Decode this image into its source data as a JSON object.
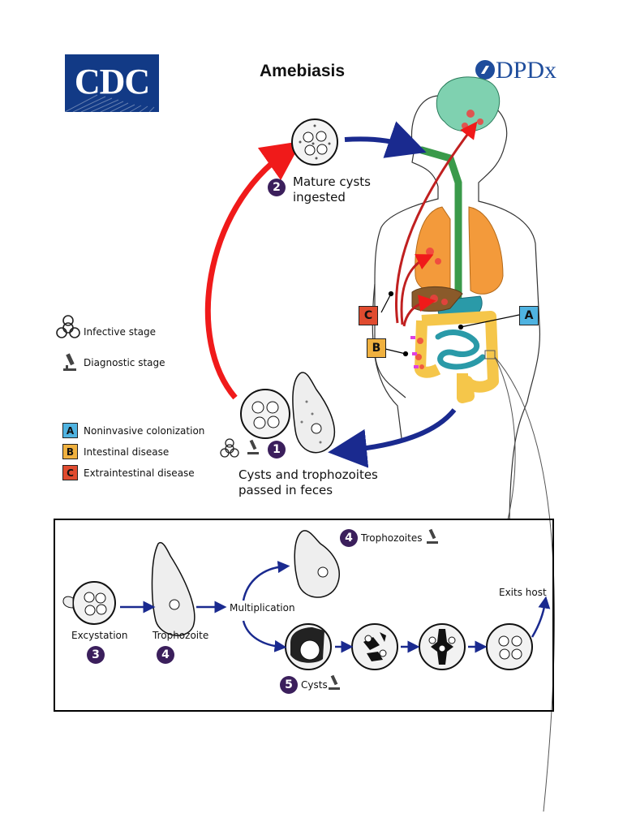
{
  "header": {
    "title": "Amebiasis",
    "cdc_logo": "CDC",
    "dpdx_logo": "DPDx"
  },
  "legend": {
    "infective": "Infective stage",
    "diagnostic": "Diagnostic stage",
    "items": [
      {
        "letter": "A",
        "label": "Noninvasive colonization",
        "color": "#4fb3e1"
      },
      {
        "letter": "B",
        "label": "Intestinal disease",
        "color": "#f0b13f"
      },
      {
        "letter": "C",
        "label": "Extraintestinal disease",
        "color": "#e04b2f"
      }
    ]
  },
  "steps": {
    "s1": {
      "number": "1",
      "line1": "Cysts and trophozoites",
      "line2": "passed in feces"
    },
    "s2": {
      "number": "2",
      "line1": "Mature cysts",
      "line2": "ingested"
    },
    "s3": {
      "number": "3",
      "label": "Excystation"
    },
    "s4a": {
      "number": "4",
      "label": "Trophozoite"
    },
    "s4b": {
      "number": "4",
      "label": "Trophozoites"
    },
    "s5": {
      "number": "5",
      "label": "Cysts"
    }
  },
  "inset": {
    "multiplication": "Multiplication",
    "exits": "Exits host"
  },
  "colors": {
    "red_arrow": "#f01a1a",
    "blue_arrow": "#1a2a8f",
    "step_badge": "#3b1f5c",
    "brain": "#7fd1b0",
    "lungs": "#f39a3b",
    "esophagus": "#3a9a4a",
    "liver": "#8a5a2a",
    "colon": "#f5c64a",
    "small_intestine": "#2a9aa8"
  }
}
